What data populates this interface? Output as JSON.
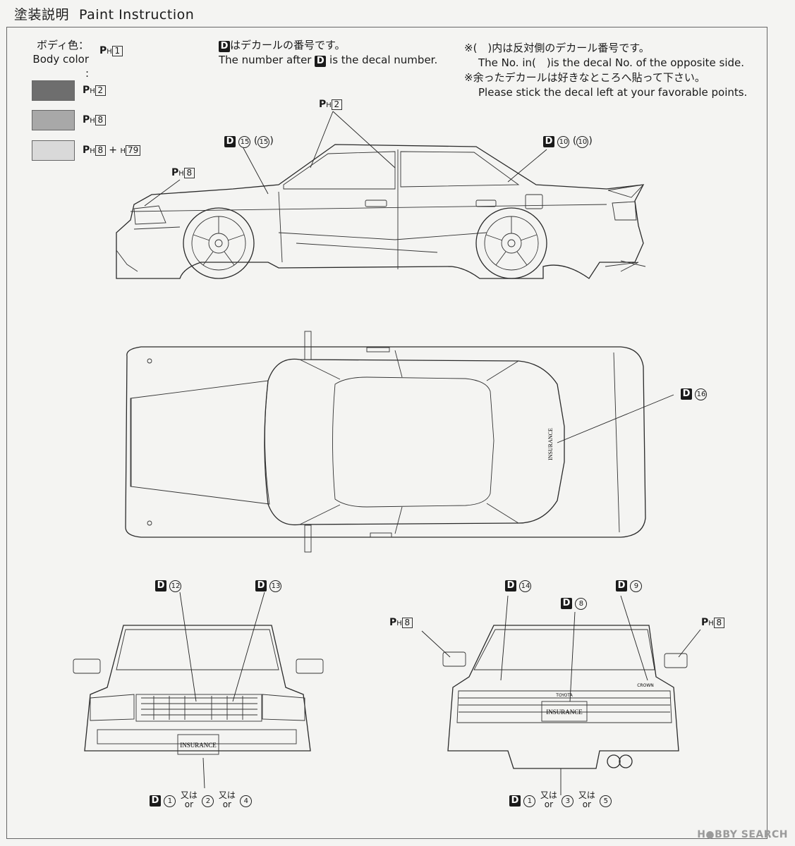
{
  "title": {
    "ja": "塗装説明",
    "en": "Paint Instruction"
  },
  "legend": {
    "body_color_ja": "ボディ色：",
    "body_color_en": "Body color :",
    "body_paint": {
      "letter": "P",
      "sub": "H",
      "num": "1"
    },
    "swatches": [
      {
        "color": "#6e6e6e",
        "letter": "P",
        "sub": "H",
        "num": "2",
        "extra": ""
      },
      {
        "color": "#a8a8a8",
        "letter": "P",
        "sub": "H",
        "num": "8",
        "extra": ""
      },
      {
        "color": "#d9d9d9",
        "letter": "P",
        "sub": "H",
        "num": "8",
        "extra": "79",
        "plus": "+",
        "extra_sub": "H"
      }
    ]
  },
  "notes": {
    "decal_ja": "はデカールの番号です。",
    "decal_en_1": "The number after",
    "decal_en_2": "is the decal number.",
    "d_letter": "D",
    "opposite_ja": "※(　)内は反対側のデカール番号です。",
    "opposite_en": "The No. in(　)is the decal No. of the opposite side.",
    "leftover_ja": "※余ったデカールは好きなところへ貼って下さい。",
    "leftover_en": "Please stick the decal left at your favorable points."
  },
  "callouts": {
    "side_ph2": {
      "letter": "P",
      "sub": "H",
      "num": "2"
    },
    "side_ph8": {
      "letter": "P",
      "sub": "H",
      "num": "8"
    },
    "side_d15": {
      "letter": "D",
      "num": "15",
      "paren": "15"
    },
    "side_d10": {
      "letter": "D",
      "num": "10",
      "paren": "10"
    },
    "top_d16": {
      "letter": "D",
      "num": "16"
    },
    "front_d12": {
      "letter": "D",
      "num": "12"
    },
    "front_d13": {
      "letter": "D",
      "num": "13"
    },
    "rear_d14": {
      "letter": "D",
      "num": "14"
    },
    "rear_d8": {
      "letter": "D",
      "num": "8"
    },
    "rear_d9": {
      "letter": "D",
      "num": "9"
    },
    "rear_ph8_left": {
      "letter": "P",
      "sub": "H",
      "num": "8"
    },
    "rear_ph8_right": {
      "letter": "P",
      "sub": "H",
      "num": "8"
    },
    "front_plate": {
      "letter": "D",
      "a": "1",
      "b": "2",
      "c": "4",
      "or_ja": "又は",
      "or_en": "or"
    },
    "rear_plate": {
      "letter": "D",
      "a": "1",
      "b": "3",
      "c": "5",
      "or_ja": "又は",
      "or_en": "or"
    }
  },
  "labels": {
    "insurance": "INSURANCE",
    "toyota": "TOYOTA",
    "crown": "CROWN"
  },
  "watermark": "H●BBY SEARCH"
}
